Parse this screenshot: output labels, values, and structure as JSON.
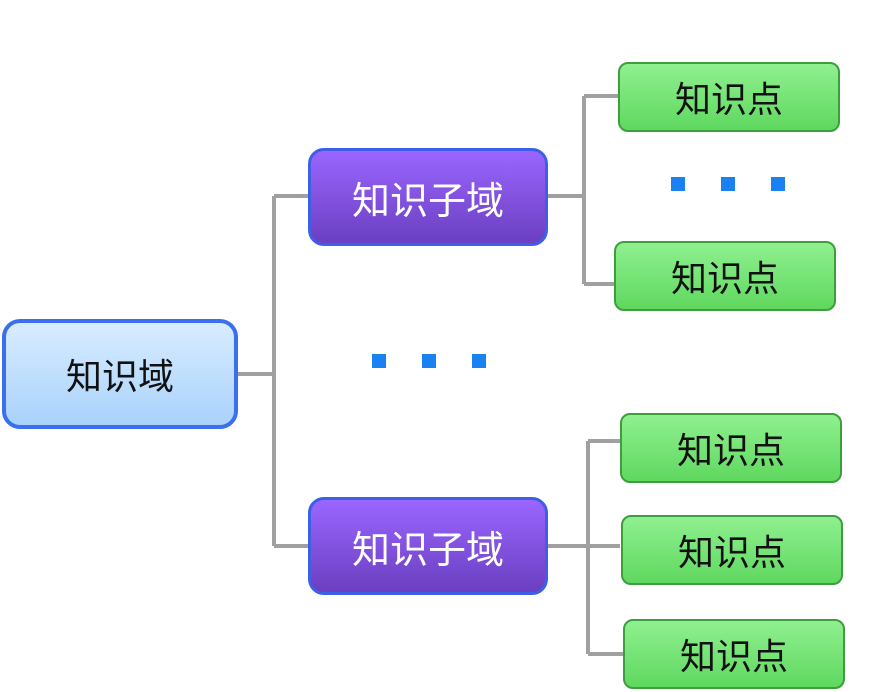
{
  "diagram": {
    "root": {
      "label": "知识域"
    },
    "subdomains": [
      {
        "label": "知识子域",
        "points": [
          {
            "label": "知识点"
          },
          {
            "label": "知识点"
          }
        ]
      },
      {
        "label": "知识子域",
        "points": [
          {
            "label": "知识点"
          },
          {
            "label": "知识点"
          },
          {
            "label": "知识点"
          }
        ]
      }
    ],
    "colors": {
      "root_fill": "#b8dcfc",
      "root_border": "#3a6ff0",
      "subdomain_fill": "#7f52e0",
      "subdomain_border": "#3d5fe8",
      "point_fill": "#6fe06f",
      "point_border": "#3d9e3d",
      "connector": "#a0a0a0",
      "ellipsis": "#1a82f0"
    }
  }
}
